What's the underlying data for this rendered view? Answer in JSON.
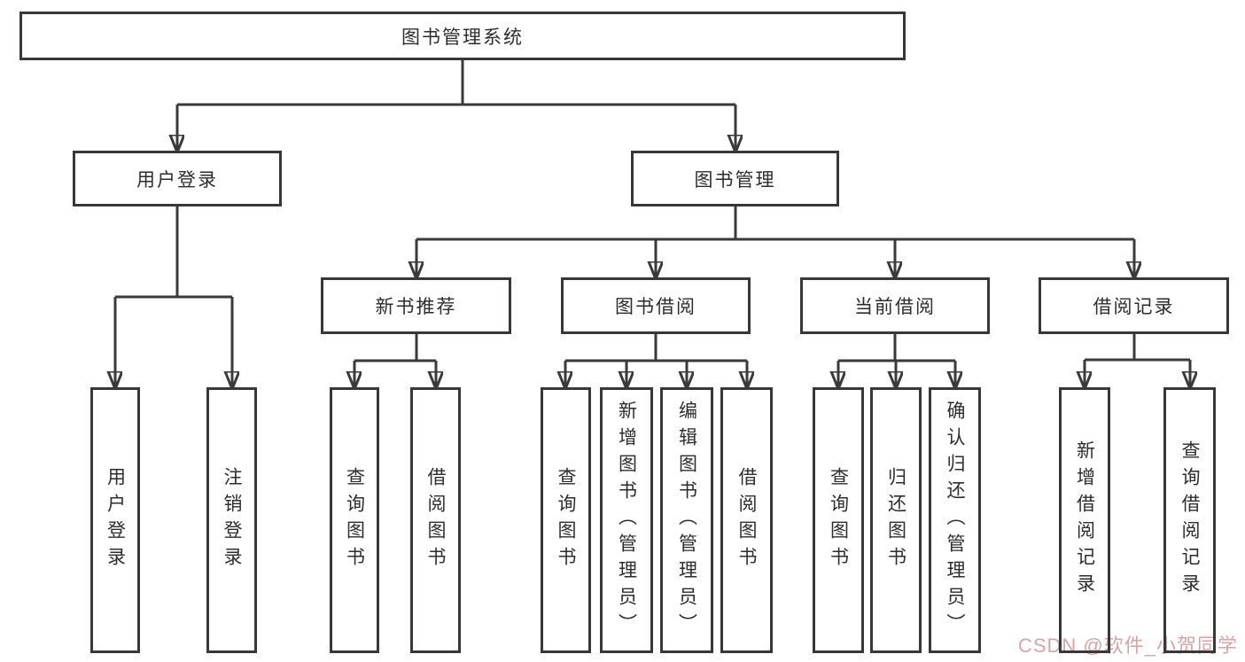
{
  "tree": {
    "root": {
      "label": "图书管理系统"
    },
    "user_login": {
      "label": "用户登录",
      "leaves": [
        {
          "label": "用户登录"
        },
        {
          "label": "注销登录"
        }
      ]
    },
    "book_management": {
      "label": "图书管理",
      "sections": [
        {
          "label": "新书推荐",
          "leaves": [
            {
              "label": "查询图书"
            },
            {
              "label": "借阅图书"
            }
          ]
        },
        {
          "label": "图书借阅",
          "leaves": [
            {
              "label": "查询图书"
            },
            {
              "label": "新增图书（管理员）"
            },
            {
              "label": "编辑图书（管理员）"
            },
            {
              "label": "借阅图书"
            }
          ]
        },
        {
          "label": "当前借阅",
          "leaves": [
            {
              "label": "查询图书"
            },
            {
              "label": "归还图书"
            },
            {
              "label": "确认归还（管理员）"
            }
          ]
        },
        {
          "label": "借阅记录",
          "leaves": [
            {
              "label": "新增借阅记录"
            },
            {
              "label": "查询借阅记录"
            }
          ]
        }
      ]
    }
  },
  "watermark": {
    "text": "CSDN @软件_小贺同学"
  },
  "colors": {
    "line": "#3a3a3a",
    "box_border": "#383838",
    "text": "#2d2d2d",
    "watermark": "#d6a4a4",
    "background": "#ffffff"
  }
}
